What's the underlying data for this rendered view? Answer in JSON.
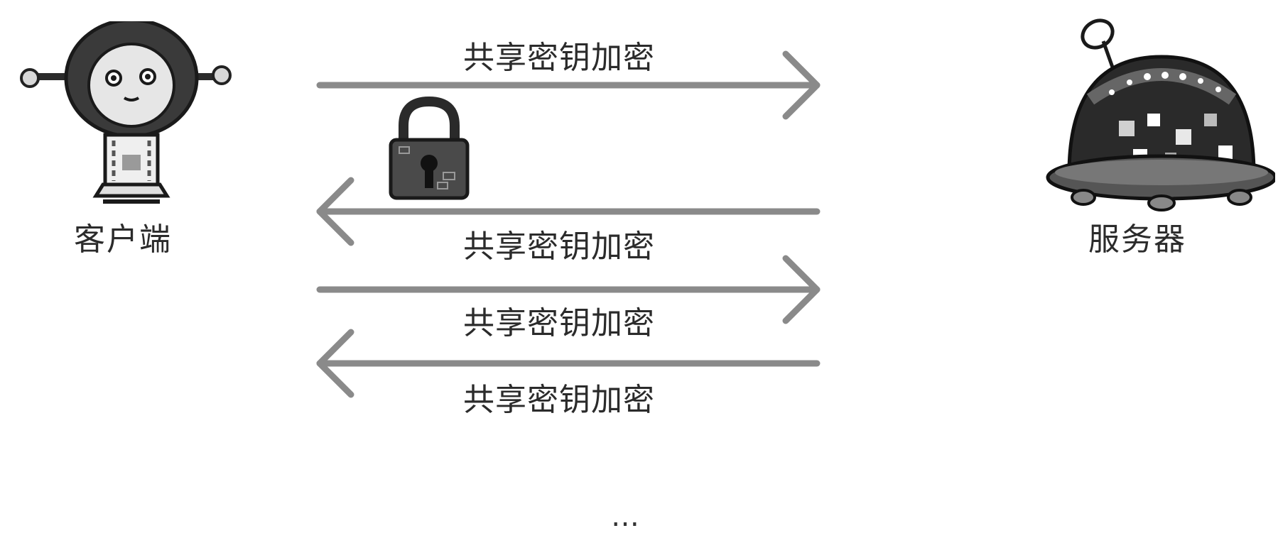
{
  "caption": "",
  "actors": {
    "client": {
      "label": "客户端",
      "icon": "robot-client-icon"
    },
    "server": {
      "label": "服务器",
      "icon": "robot-server-icon"
    }
  },
  "messages": [
    {
      "label": "共享密钥加密",
      "direction": "to-server"
    },
    {
      "label": "共享密钥加密",
      "direction": "to-client"
    },
    {
      "label": "共享密钥加密",
      "direction": "to-server"
    },
    {
      "label": "共享密钥加密",
      "direction": "to-client"
    }
  ],
  "lock_icon": "padlock-icon",
  "ellipsis": "…",
  "colors": {
    "arrow": "#8a8a8a",
    "ink": "#1a1a1a",
    "robot_dark": "#3a3a3a",
    "robot_light": "#dcdcdc",
    "lock_body": "#4a4a4a"
  }
}
